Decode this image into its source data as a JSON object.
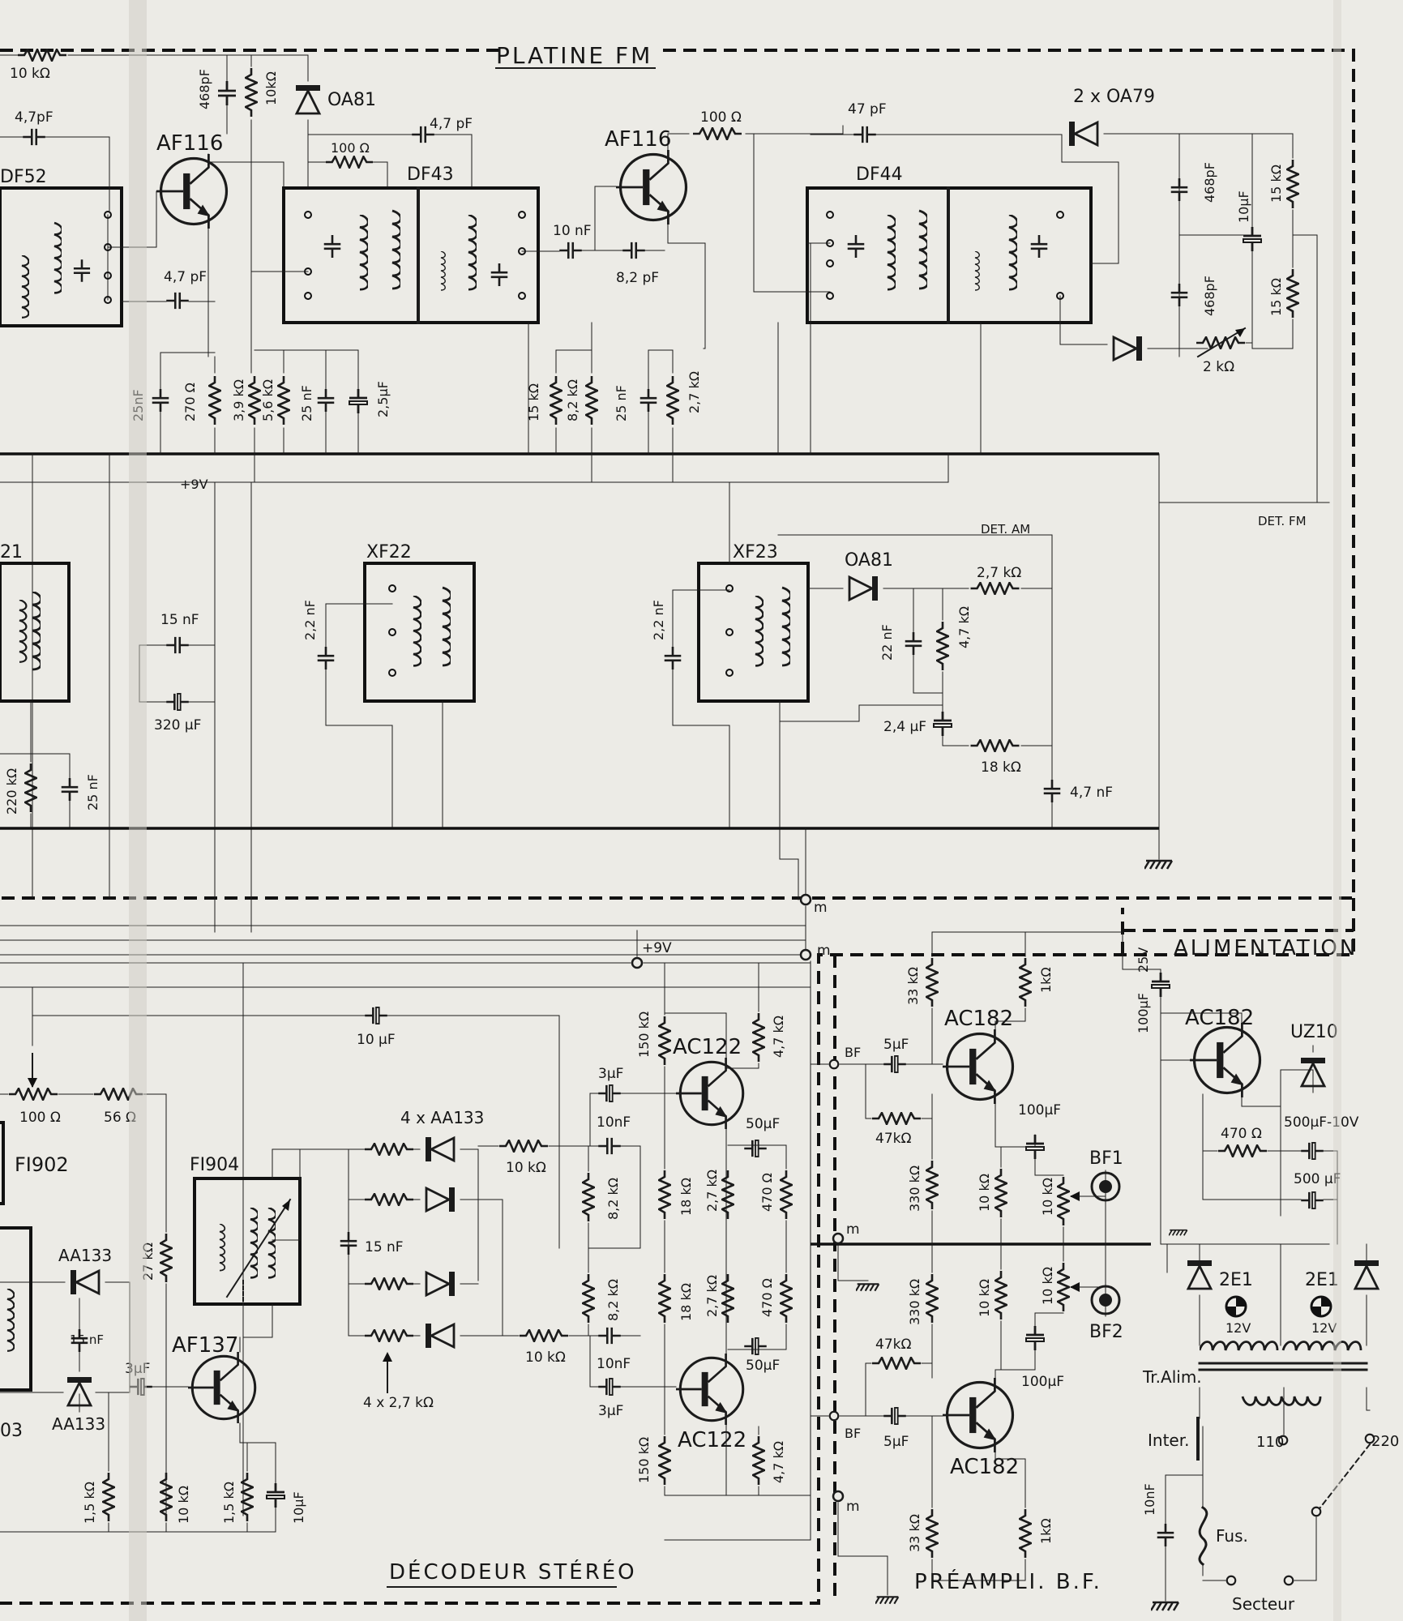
{
  "sections": {
    "platine_fm": "PLATINE FM",
    "decodeur": "DÉCODEUR STÉRÉO",
    "preampli": "PRÉAMPLI. B.F.",
    "alimentation": "ALIMENTATION"
  },
  "transistors": {
    "af116_a": "AF116",
    "af116_b": "AF116",
    "ac122_a": "AC122",
    "ac122_b": "AC122",
    "ac182_a": "AC182",
    "ac182_b": "AC182",
    "ac182_c": "AC182",
    "af137": "AF137"
  },
  "modules": {
    "df52": "DF52",
    "df43": "DF43",
    "df44": "DF44",
    "xf22": "XF22",
    "xf23": "XF23",
    "fi902": "FI902",
    "fi904": "FI904",
    "mod21": "21",
    "mod03": "03"
  },
  "diodes": {
    "oa81_a": "OA81",
    "oa81_b": "OA81",
    "oa79": "2 x OA79",
    "aa133_4": "4 x AA133",
    "aa133_a": "AA133",
    "aa133_b": "AA133",
    "uz10": "UZ10",
    "e2_a": "2E1",
    "e2_b": "2E1"
  },
  "components": {
    "r10k_top": "10 kΩ",
    "c47pf_tl": "4,7pF",
    "c468pf_top": "468pF",
    "r10k_v": "10kΩ",
    "c47pf_df43": "4,7 pF",
    "r100_df43": "100 Ω",
    "c47pf_af": "4,7 pF",
    "r100_top": "100 Ω",
    "c47pf2": "47 pF",
    "c10nf": "10 nF",
    "c82pf": "8,2 pF",
    "c25nf_a": "25nF",
    "r270": "270 Ω",
    "r39k": "3,9 kΩ",
    "r56k": "5,6 kΩ",
    "c25nf_b": "25 nF",
    "c25uf": "2,5µF",
    "r15k": "15 kΩ",
    "r82k": "8,2 kΩ",
    "c25nf_c": "25 nF",
    "r27k": "2,7 kΩ",
    "c468pf_a": "468pF",
    "c10uf_r": "10µF",
    "c468pf_b": "468pF",
    "r15k_a": "15 kΩ",
    "r15k_b": "15 kΩ",
    "r2k": "2 kΩ",
    "v9": "+9V",
    "det_fm": "DET. FM",
    "det_am": "DET. AM",
    "c15nf": "15 nF",
    "c320uf": "320 µF",
    "r220k": "220 kΩ",
    "c25nf_d": "25 nF",
    "c22nf_a": "2,2 nF",
    "c22nf_b": "2,2 nF",
    "r27k_am": "2,7 kΩ",
    "c22nf": "22 nF",
    "r47k": "4,7 kΩ",
    "c24uf": "2,4 µF",
    "r18k": "18 kΩ",
    "c47nf": "4,7 nF",
    "m1": "m",
    "m2": "m",
    "m3": "m",
    "m4": "m",
    "v9b": "+9V",
    "c10uf_d": "10 µF",
    "r100_d": "100 Ω",
    "r56_d": "56 Ω",
    "r10k_d": "10 kΩ",
    "r10k_d2": "10 kΩ",
    "c15nf_d": "15 nF",
    "r4x27": "4 x 2,7 kΩ",
    "c3uf_a": "3µF",
    "c10nf_a": "10nF",
    "c10nf_b": "10nF",
    "c3uf_b": "3µF",
    "r82k_a": "8,2 kΩ",
    "r82k_b": "8,2 kΩ",
    "r150k_a": "150 kΩ",
    "r150k_b": "150 kΩ",
    "r47k_a": "4,7 kΩ",
    "r47k_b": "4,7 kΩ",
    "r18k_a": "18 kΩ",
    "r18k_b": "18 kΩ",
    "r27k_a": "2,7 kΩ",
    "r27k_b": "2,7 kΩ",
    "r470_a": "470 Ω",
    "r470_b": "470 Ω",
    "c50uf_a": "50µF",
    "c50uf_b": "50µF",
    "r27k_v": "27 kΩ",
    "c15nf_aa": "15 nF",
    "c3uf_af": "3µF",
    "r15k_af1": "1,5 kΩ",
    "r10k_af": "10 kΩ",
    "r15k_af2": "1,5 kΩ",
    "c10uf_af": "10µF",
    "bf_a": "BF",
    "bf_b": "BF",
    "c5uf_a": "5µF",
    "c5uf_b": "5µF",
    "r47k_p1": "47kΩ",
    "r47k_p2": "47kΩ",
    "r33k_a": "33 kΩ",
    "r33k_b": "33 kΩ",
    "r1k_a": "1kΩ",
    "r1k_b": "1kΩ",
    "r330k_a": "330 kΩ",
    "r330k_b": "330 kΩ",
    "r10k_p1": "10 kΩ",
    "r10k_p2": "10 kΩ",
    "r10k_p3": "10 kΩ",
    "r10k_p4": "10 kΩ",
    "c100uf_a": "100µF",
    "c100uf_b": "100µF",
    "bf1": "BF1",
    "bf2": "BF2",
    "c100uf_25v": "100µF",
    "v25": "25V",
    "r470_al": "470 Ω",
    "c500uf_10v": "500µF-10V",
    "c500uf": "500 µF",
    "v12a": "12V",
    "v12b": "12V",
    "tr_alim": "Tr.Alim.",
    "inter": "Inter.",
    "v110": "110",
    "v220": "220",
    "c10nf_al": "10nF",
    "fus": "Fus.",
    "secteur": "Secteur"
  }
}
